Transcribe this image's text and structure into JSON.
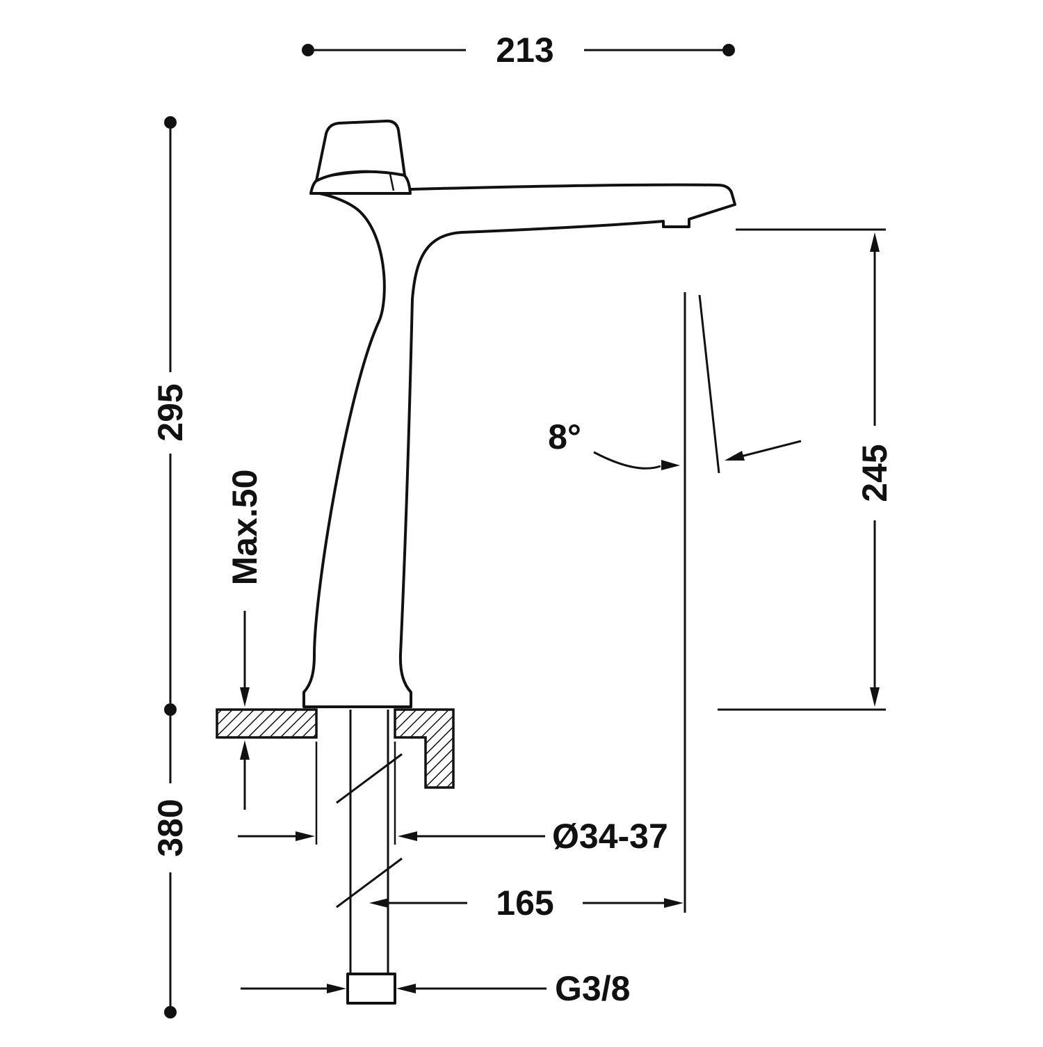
{
  "diagram": {
    "type": "technical-drawing",
    "subject": "tall single-lever basin mixer tap, side elevation with installation dimensions",
    "background_color": "#ffffff",
    "line_color": "#111111",
    "dimensions": {
      "overall_width": "213",
      "body_height_above_deck": "295",
      "total_height_below_extent": "380",
      "max_deck_thickness": "Max.50",
      "spout_outlet_height": "245",
      "spout_angle": "8°",
      "mounting_hole_diameter": "Ø34-37",
      "spout_reach": "165",
      "supply_connection": "G3/8"
    }
  }
}
